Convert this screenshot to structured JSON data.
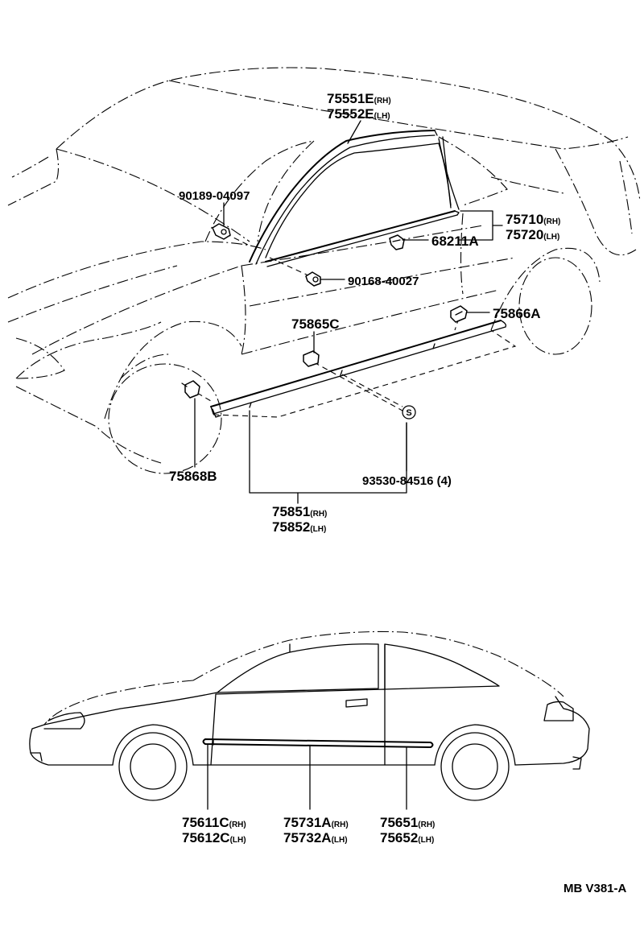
{
  "labels": {
    "roof_rh": {
      "num": "75551E",
      "side": "(RH)"
    },
    "roof_lh": {
      "num": "75552E",
      "side": "(LH)"
    },
    "bolt_a": "90189-04097",
    "clip_a": "68211A",
    "belt_rh": {
      "num": "75710",
      "side": "(RH)"
    },
    "belt_lh": {
      "num": "75720",
      "side": "(LH)"
    },
    "bolt_b": "90168-40027",
    "clip_b": "75865C",
    "clip_c": "75866A",
    "s_symbol": "S",
    "clip_d": "75868B",
    "screw": "93530-84516  (4)",
    "rocker_rh": {
      "num": "75851",
      "side": "(RH)"
    },
    "rocker_lh": {
      "num": "75852",
      "side": "(LH)"
    },
    "front_rh": {
      "num": "75611C",
      "side": "(RH)"
    },
    "front_lh": {
      "num": "75612C",
      "side": "(LH)"
    },
    "door_rh": {
      "num": "75731A",
      "side": "(RH)"
    },
    "door_lh": {
      "num": "75732A",
      "side": "(LH)"
    },
    "rear_rh": {
      "num": "75651",
      "side": "(RH)"
    },
    "rear_lh": {
      "num": "75652",
      "side": "(LH)"
    }
  },
  "diagram_code": "MB V381-A"
}
